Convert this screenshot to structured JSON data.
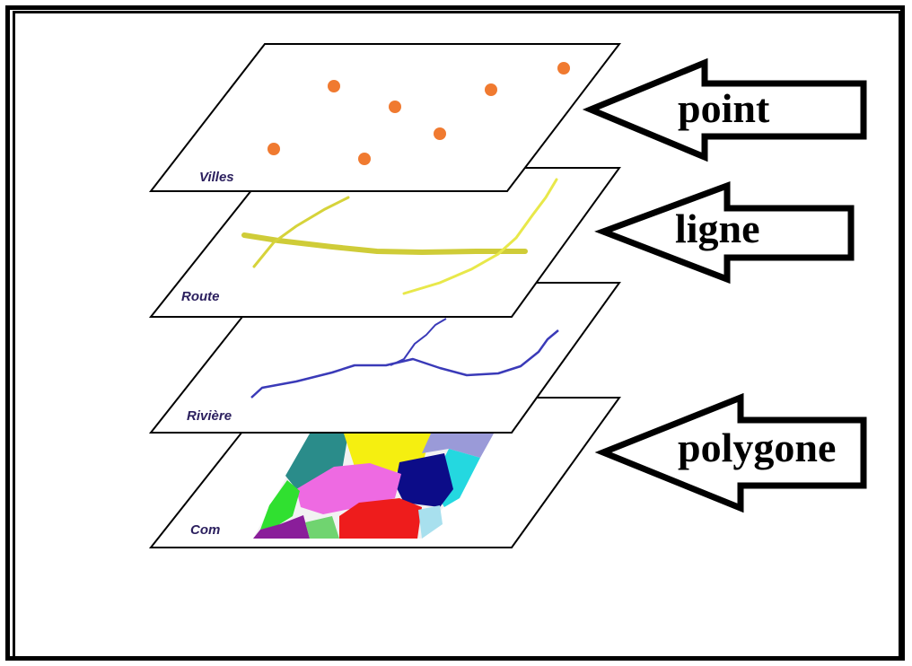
{
  "layers": [
    {
      "id": "villes",
      "label": "Villes"
    },
    {
      "id": "route",
      "label": "Route"
    },
    {
      "id": "riviere",
      "label": "Rivière"
    },
    {
      "id": "com",
      "label": "Com"
    }
  ],
  "arrows": [
    {
      "id": "point",
      "label": "point"
    },
    {
      "id": "ligne",
      "label": "ligne"
    },
    {
      "id": "polygone",
      "label": "polygone"
    }
  ],
  "colors": {
    "frame": "#000000",
    "city_point": "#f07a30",
    "road": "#d6d33a",
    "road_secondary": "#e8e84a",
    "river": "#3a3ab8",
    "layer_label": "#2b1f5e"
  }
}
